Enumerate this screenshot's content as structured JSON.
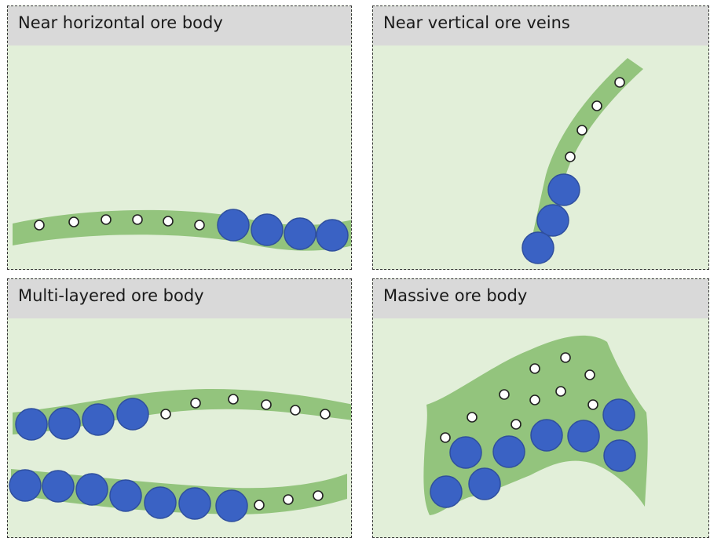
{
  "panels": [
    {
      "title": "Near horizontal ore body"
    },
    {
      "title": "Near vertical ore veins"
    },
    {
      "title": "Multi-layered ore body"
    },
    {
      "title": "Massive ore body"
    }
  ],
  "colors": {
    "panel_background": "#e2efd9",
    "header_background": "#d9d9d9",
    "ore_body": "#93c47d",
    "large_circle": "#3a62c4",
    "large_circle_stroke": "#2f4f9e",
    "small_circle": "#ffffff",
    "small_circle_stroke": "#222222",
    "border": "#333333"
  }
}
